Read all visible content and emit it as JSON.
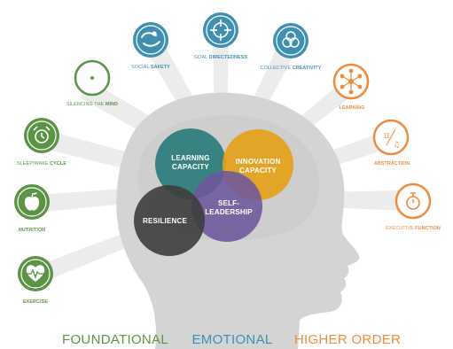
{
  "colors": {
    "foundational": "#5b9445",
    "emotional": "#3f8fb0",
    "higher_order": "#ee8c3c",
    "learning_capacity": "#2c7d7c",
    "innovation_capacity": "#e4a21a",
    "self_leadership": "#6d569b",
    "resilience": "#3d3d3d",
    "head": "#d3d3d3",
    "rays": "#e9e9e9"
  },
  "categories": {
    "foundational": "FOUNDATIONAL",
    "emotional": "EMOTIONAL",
    "higher_order": "HIGHER ORDER"
  },
  "venn": {
    "learning": [
      "LEARNING",
      "CAPACITY"
    ],
    "innovation": [
      "INNOVATION",
      "CAPACITY"
    ],
    "self": [
      "SELF-",
      "LEADERSHIP"
    ],
    "resilience": "RESILIENCE"
  },
  "items": {
    "social_safety": {
      "light": "SOCIAL ",
      "bold": "SAFETY",
      "icon": "handshake-icon",
      "group": "emotional"
    },
    "goal_directedness": {
      "light": "GOAL ",
      "bold": "DIRECTEDNESS",
      "icon": "crosshair-icon",
      "group": "emotional"
    },
    "collective_creativity": {
      "light": "COLLECTIVE ",
      "bold": "CREATIVITY",
      "icon": "overlapping-circles-icon",
      "group": "emotional"
    },
    "silencing_mind": {
      "light": "SILENCING THE ",
      "bold": "MIND",
      "icon": "dot-icon",
      "group": "foundational"
    },
    "sleep_wake": {
      "light": "SLEEP/WAKE ",
      "bold": "CYCLE",
      "icon": "alarm-clock-icon",
      "group": "foundational"
    },
    "nutrition": {
      "light": "",
      "bold": "NUTRITION",
      "icon": "apple-icon",
      "group": "foundational"
    },
    "exercise": {
      "light": "",
      "bold": "EXERCISE",
      "icon": "heartbeat-icon",
      "group": "foundational"
    },
    "learning": {
      "light": "",
      "bold": "LEARNING",
      "icon": "network-icon",
      "group": "higher_order"
    },
    "abstraction": {
      "light": "",
      "bold": "ABSTRACTION",
      "icon": "pi-music-icon",
      "group": "higher_order"
    },
    "executive_function": {
      "light": "EXECUTIVE ",
      "bold": "FUNCTION",
      "icon": "stopwatch-icon",
      "group": "higher_order"
    }
  }
}
